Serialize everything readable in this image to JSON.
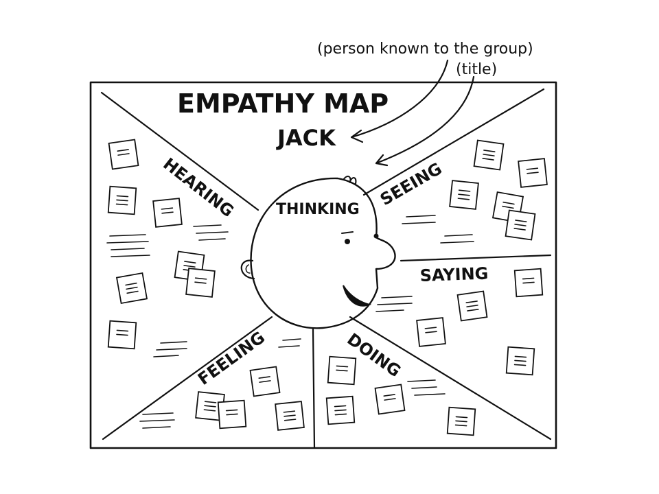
{
  "annotations": {
    "person_note": "(person known to the group)",
    "title_note": "(title)"
  },
  "map": {
    "title": "EMPATHY MAP",
    "person": "JACK",
    "center": "THINKING",
    "sections": {
      "hearing": "HEARING",
      "seeing": "SEEING",
      "saying": "SAYING",
      "feeling": "FEELING",
      "doing": "DOING"
    }
  }
}
